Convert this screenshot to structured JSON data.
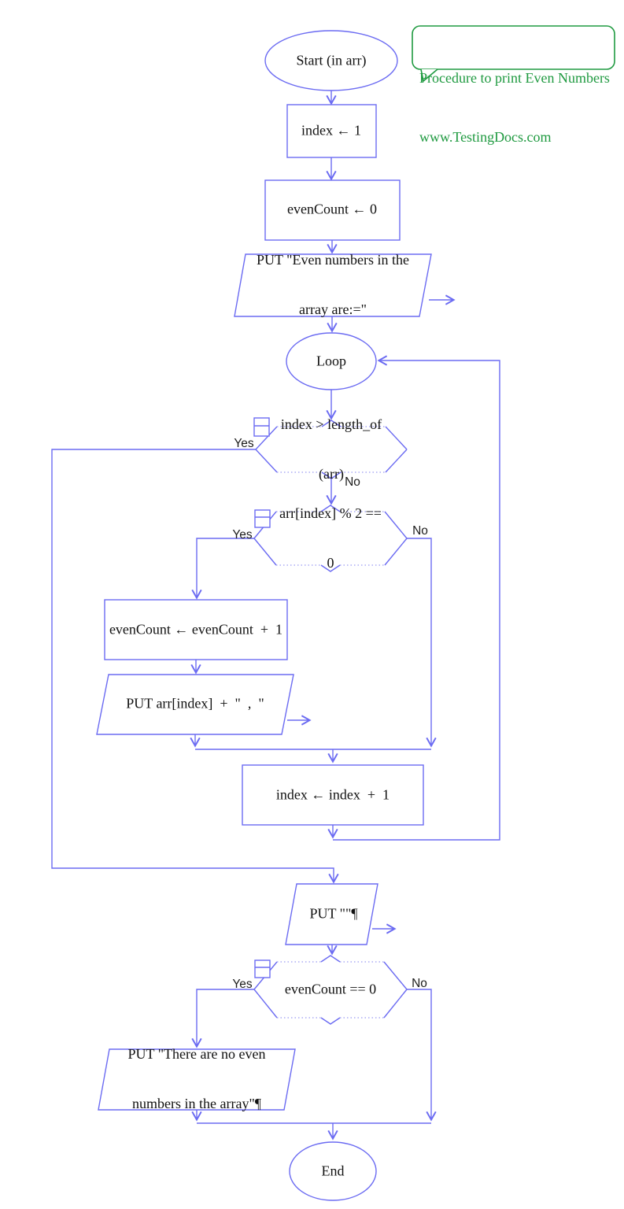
{
  "callout": {
    "line1": "Procedure to print Even Numbers",
    "line2": "www.TestingDocs.com"
  },
  "branch_labels": {
    "yes": "Yes",
    "no": "No"
  },
  "nodes": {
    "start": "Start (in arr)",
    "assign_index": "index ← 1",
    "assign_evencount": "evenCount ← 0",
    "put_header_line1": "PUT \"Even numbers in the",
    "put_header_line2": "array are:=\"",
    "loop": "Loop",
    "cond_length_line1": "index > length_of",
    "cond_length_line2": "(arr)",
    "cond_mod_line1": "arr[index] % 2 ==",
    "cond_mod_line2": "0",
    "inc_evencount": "evenCount ← evenCount  +  1",
    "put_value": "PUT arr[index]  +  \"  ,  \"",
    "inc_index": "index ← index  +  1",
    "put_newline": "PUT \"\"¶",
    "cond_evencount": "evenCount == 0",
    "put_noeven_line1": "PUT \"There are no even",
    "put_noeven_line2": "numbers in the array\"¶",
    "end": "End"
  },
  "colors": {
    "shape_stroke": "#6b6bf2",
    "dotted_stroke": "#9a9af2",
    "callout_green": "#1f9a40",
    "text": "#111111"
  }
}
